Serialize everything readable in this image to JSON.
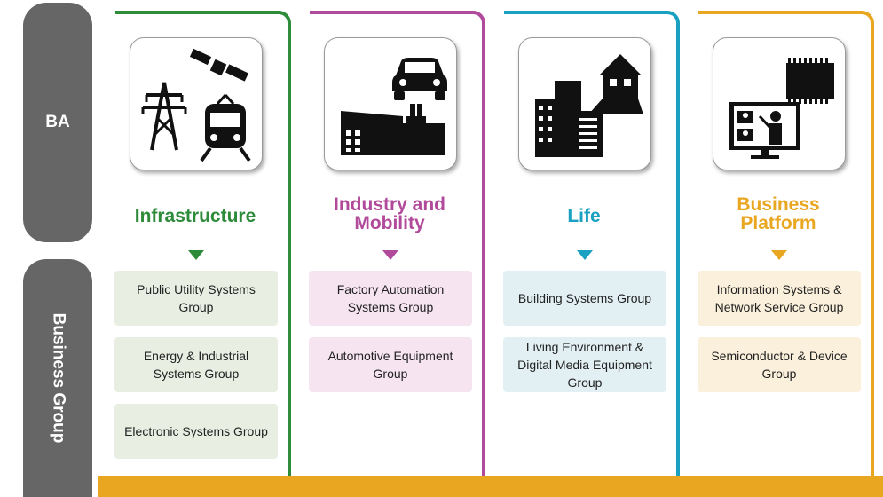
{
  "labels": {
    "ba": "BA",
    "business_group": "Business Group"
  },
  "colors": {
    "infrastructure": "#2e8b3a",
    "industry": "#b14a9a",
    "life": "#1aa0c0",
    "business_platform": "#e9a620",
    "side_pill": "#666666"
  },
  "business_areas": [
    {
      "title_line1": "Infrastructure",
      "title_line2": "",
      "icon": "power-tower-satellite-train-icon",
      "groups": [
        "Public Utility Systems Group",
        "Energy & Industrial Systems Group",
        "Electronic Systems Group"
      ]
    },
    {
      "title_line1": "Industry and",
      "title_line2": "Mobility",
      "icon": "car-factory-icon",
      "groups": [
        "Factory Automation Systems Group",
        "Automotive Equipment Group"
      ]
    },
    {
      "title_line1": "Life",
      "title_line2": "",
      "icon": "buildings-house-icon",
      "groups": [
        "Building Systems Group",
        "Living Environment & Digital Media Equipment Group"
      ]
    },
    {
      "title_line1": "Business",
      "title_line2": "Platform",
      "icon": "chip-presentation-icon",
      "groups": [
        "Information Systems & Network Service Group",
        "Semiconductor & Device Group"
      ]
    }
  ]
}
